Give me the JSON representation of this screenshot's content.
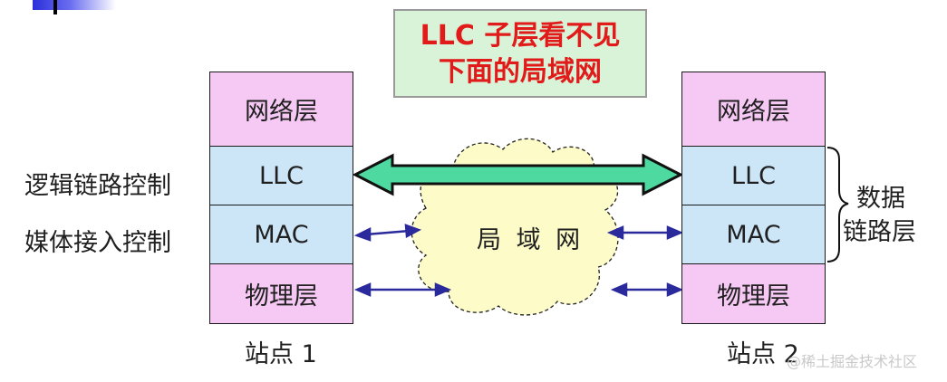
{
  "title": {
    "line1": "LLC 子层看不见",
    "line2": "下面的局域网"
  },
  "station1": {
    "layers": [
      "网络层",
      "LLC",
      "MAC",
      "物理层"
    ],
    "label": "站点 1"
  },
  "station2": {
    "layers": [
      "网络层",
      "LLC",
      "MAC",
      "物理层"
    ],
    "label": "站点 2"
  },
  "left_labels": {
    "llc": "逻辑链路控制",
    "mac": "媒体接入控制"
  },
  "cloud_label": "局 域 网",
  "right_brace_label": {
    "line1": "数据",
    "line2": "链路层"
  },
  "watermark": "@稀土掘金技术社区",
  "colors": {
    "title_text": "#e11a1a",
    "title_bg": "#d9f3d9",
    "upper_layer": "#f6c9f4",
    "lower_layer": "#cce6f8",
    "arrow_fill": "#4dd9a0",
    "cloud_fill": "#fdfcc9",
    "small_arrow": "#2a2a9c"
  }
}
